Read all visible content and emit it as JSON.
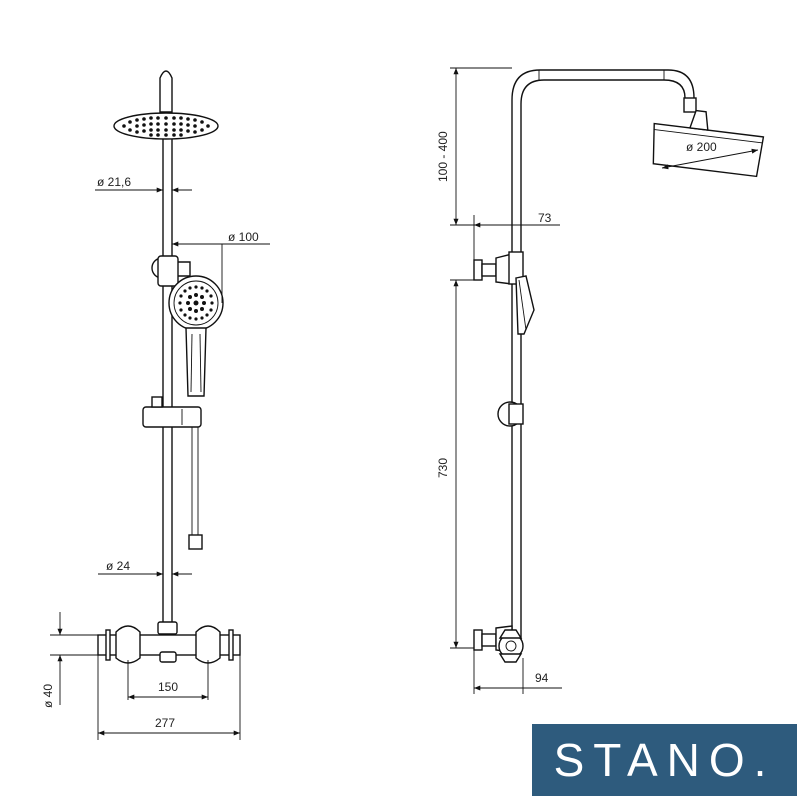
{
  "front_view": {
    "dim_top_pipe": "ø 21,6",
    "dim_handshower": "ø 100",
    "dim_bottom_pipe": "ø 24",
    "dim_valve_height": "ø 40",
    "dim_inlet_spacing": "150",
    "dim_total_width": "277"
  },
  "side_view": {
    "dim_arm_height": "100 - 400",
    "dim_head_diameter": "ø 200",
    "dim_wall_offset_top": "73",
    "dim_riser_length": "730",
    "dim_wall_offset_bottom": "94"
  },
  "brand": {
    "name": "STANO.",
    "color": "#2e5b7d",
    "text_color": "#ffffff"
  }
}
